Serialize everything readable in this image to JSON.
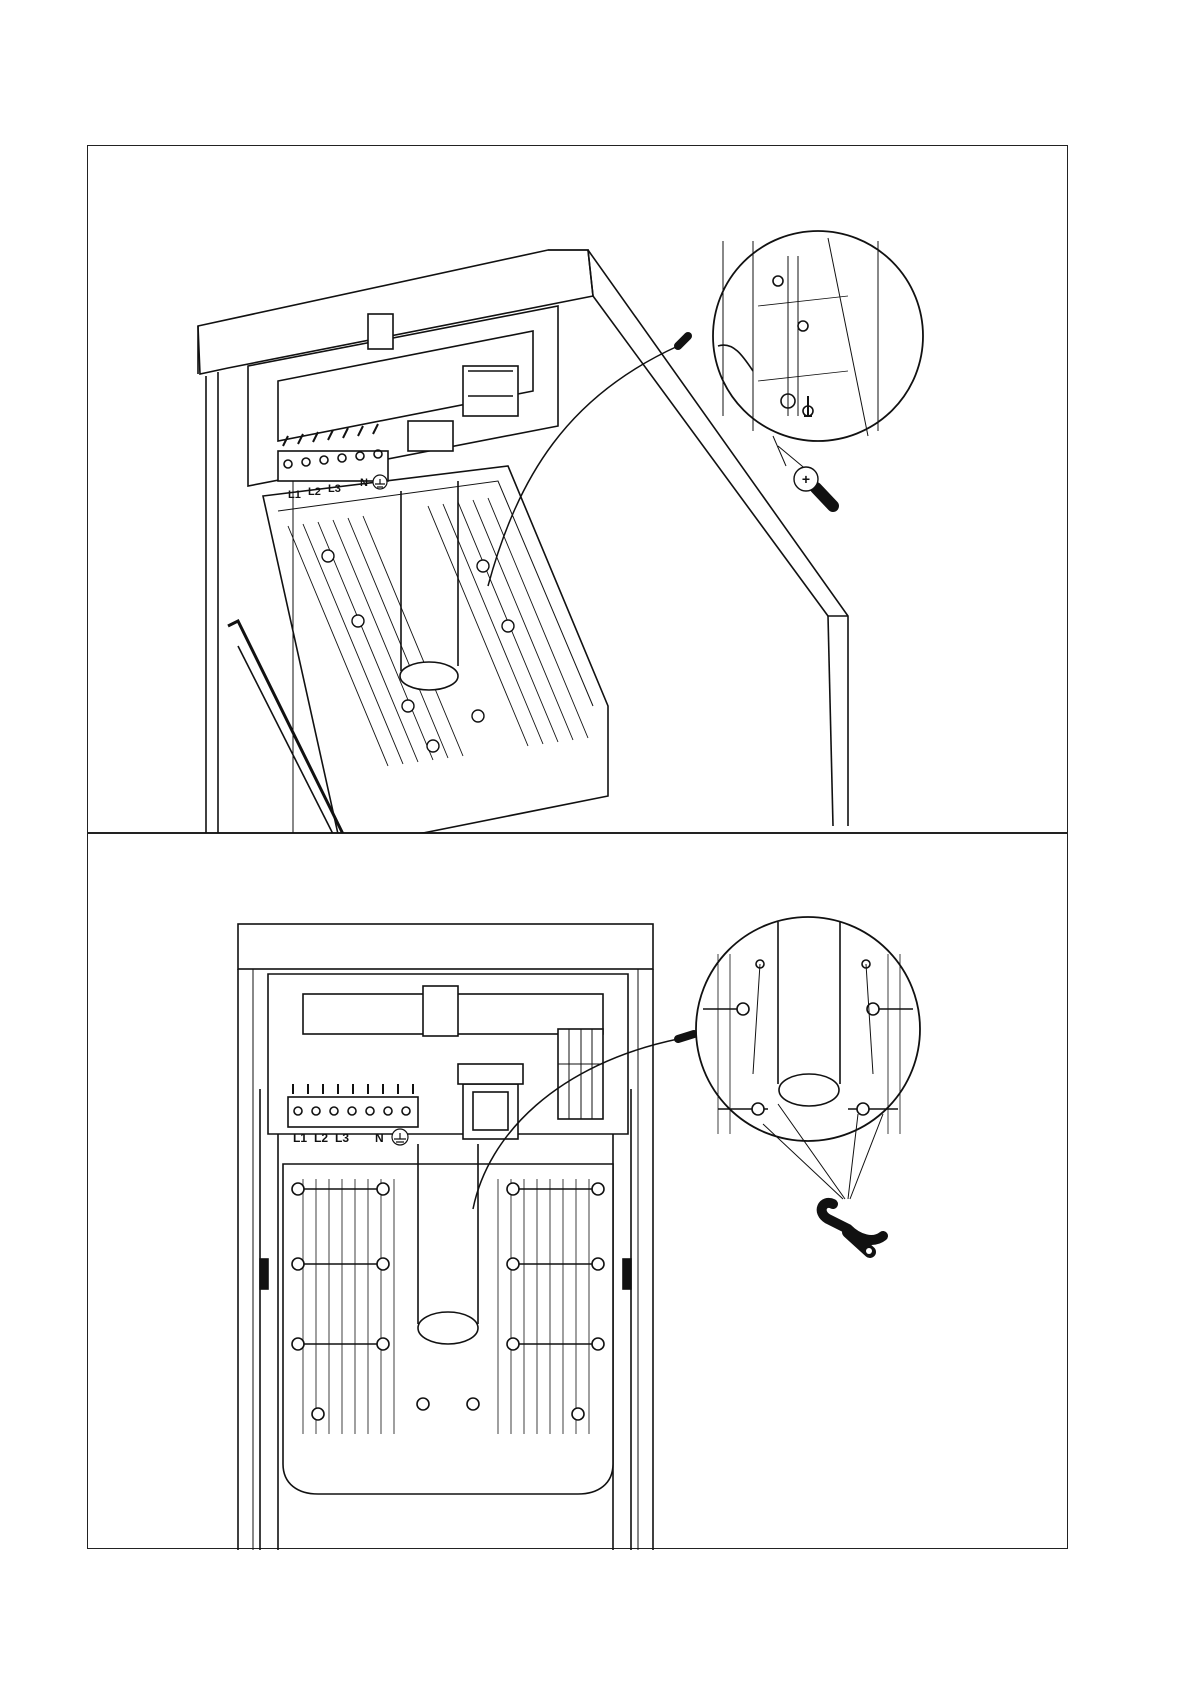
{
  "figures": [
    {
      "id": "top",
      "terminal_labels": [
        "L1",
        "L2",
        "L3",
        "N"
      ],
      "tool": "screwdriver-icon",
      "tool_symbol": "+"
    },
    {
      "id": "bottom",
      "terminal_labels": [
        "L1",
        "L2",
        "L3",
        "N"
      ],
      "tool": "wrench-icon"
    }
  ],
  "colors": {
    "line": "#111111",
    "fill": "#ffffff"
  }
}
